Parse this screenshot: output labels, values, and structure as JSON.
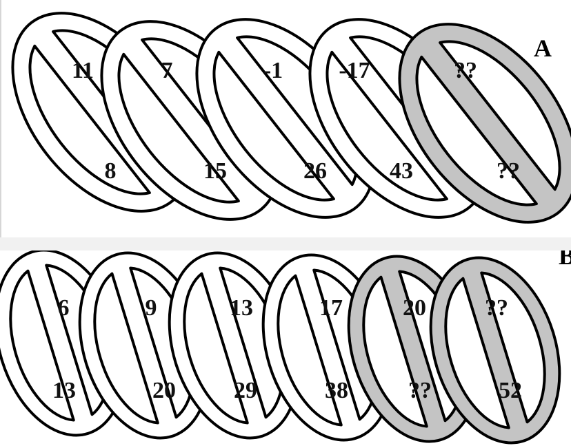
{
  "puzzle_a": {
    "label": "A",
    "rings": [
      {
        "top": "11",
        "bottom": "8",
        "highlighted": false
      },
      {
        "top": "7",
        "bottom": "15",
        "highlighted": false
      },
      {
        "top": "-1",
        "bottom": "26",
        "highlighted": false
      },
      {
        "top": "-17",
        "bottom": "43",
        "highlighted": false
      },
      {
        "top": "??",
        "bottom": "??",
        "highlighted": true
      }
    ]
  },
  "puzzle_b": {
    "label": "B",
    "rings": [
      {
        "top": "6",
        "bottom": "13",
        "highlighted": false
      },
      {
        "top": "9",
        "bottom": "20",
        "highlighted": false
      },
      {
        "top": "13",
        "bottom": "29",
        "highlighted": false
      },
      {
        "top": "17",
        "bottom": "38",
        "highlighted": false
      },
      {
        "top": "20",
        "bottom": "??",
        "highlighted": true
      },
      {
        "top": "??",
        "bottom": "52",
        "highlighted": true
      }
    ]
  },
  "colors": {
    "ring_fill": "#ffffff",
    "highlight_fill": "#c4c4c4",
    "outline": "#000000",
    "inner_fill": "#ffffff"
  }
}
